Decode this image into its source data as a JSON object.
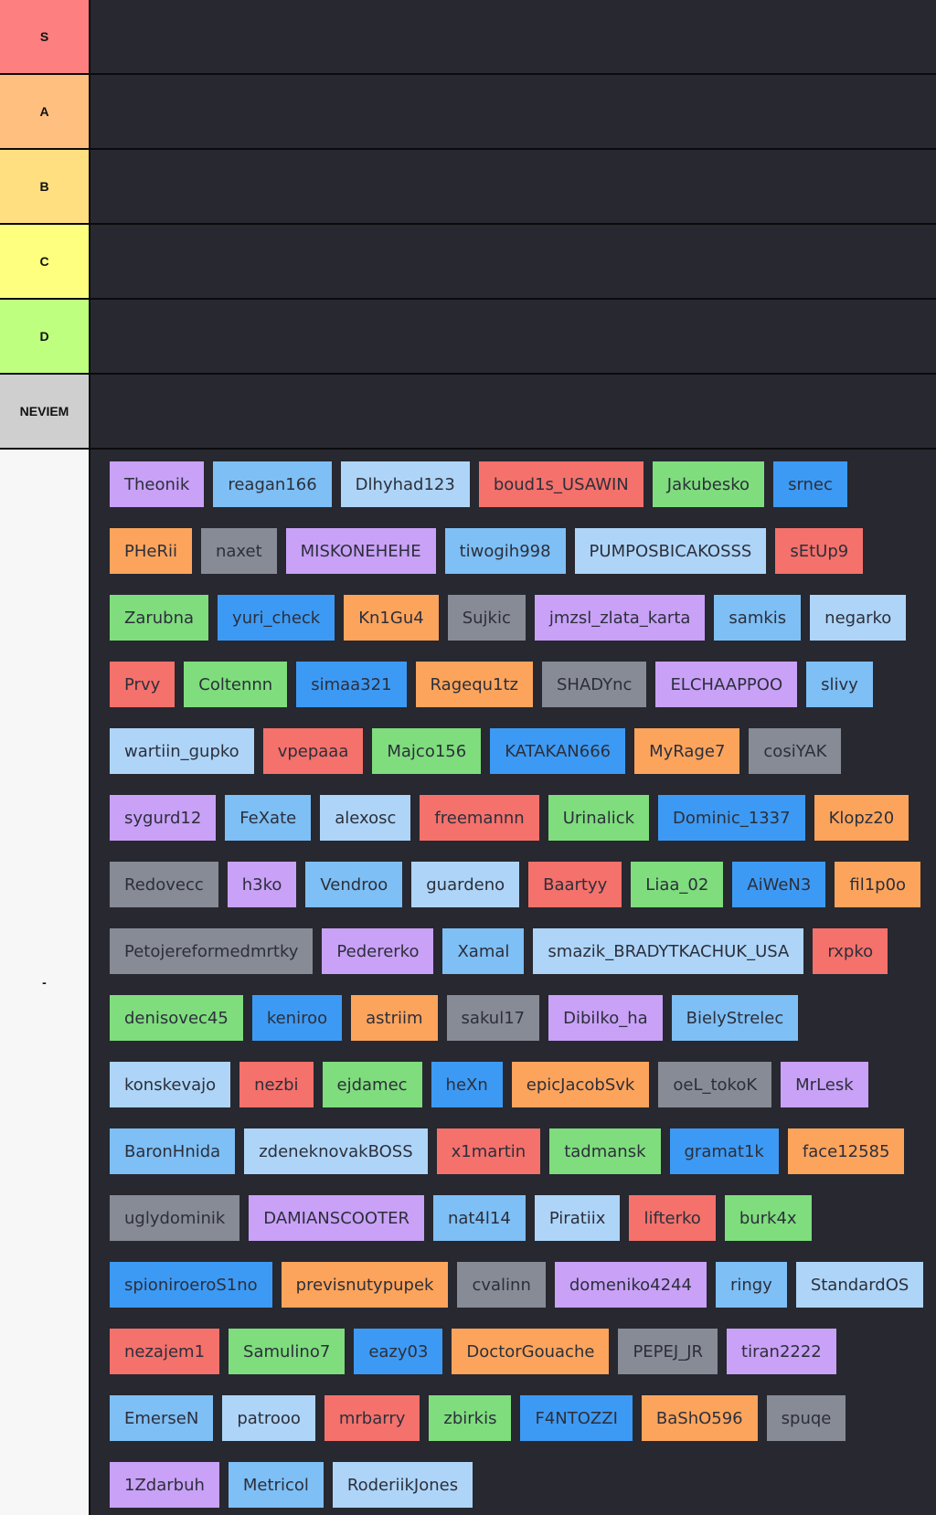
{
  "colors": {
    "purple": "#c9a1f7",
    "lightblue": "#7ebff5",
    "paleblue": "#aed5f8",
    "red": "#f5716b",
    "green": "#7fdd7d",
    "blue": "#3d9af4",
    "orange": "#fda45c",
    "gray": "#878b95"
  },
  "tiers": [
    {
      "label": "S",
      "color": "#fd7f7f"
    },
    {
      "label": "A",
      "color": "#ffbf7f"
    },
    {
      "label": "B",
      "color": "#ffdf80"
    },
    {
      "label": "C",
      "color": "#ffff7f"
    },
    {
      "label": "D",
      "color": "#bfff7f"
    },
    {
      "label": "NEVIEM",
      "color": "#cfcfcf"
    }
  ],
  "pool": {
    "label": "-",
    "color": "#f7f7f7",
    "items": [
      {
        "name": "Theonik",
        "color": "purple"
      },
      {
        "name": "reagan166",
        "color": "lightblue"
      },
      {
        "name": "Dlhyhad123",
        "color": "paleblue"
      },
      {
        "name": "boud1s_USAWIN",
        "color": "red"
      },
      {
        "name": "Jakubesko",
        "color": "green"
      },
      {
        "name": "srnec",
        "color": "blue"
      },
      {
        "name": "PHeRii",
        "color": "orange"
      },
      {
        "name": "naxet",
        "color": "gray"
      },
      {
        "name": "MISKONEHEHE",
        "color": "purple"
      },
      {
        "name": "tiwogih998",
        "color": "lightblue"
      },
      {
        "name": "PUMPOSBICAKOSSS",
        "color": "paleblue"
      },
      {
        "name": "sEtUp9",
        "color": "red"
      },
      {
        "name": "Zarubna",
        "color": "green"
      },
      {
        "name": "yuri_check",
        "color": "blue"
      },
      {
        "name": "Kn1Gu4",
        "color": "orange"
      },
      {
        "name": "Sujkic",
        "color": "gray"
      },
      {
        "name": "jmzsl_zlata_karta",
        "color": "purple"
      },
      {
        "name": "samkis",
        "color": "lightblue"
      },
      {
        "name": "negarko",
        "color": "paleblue"
      },
      {
        "name": "Prvy",
        "color": "red"
      },
      {
        "name": "Coltennn",
        "color": "green"
      },
      {
        "name": "simaa321",
        "color": "blue"
      },
      {
        "name": "Ragequ1tz",
        "color": "orange"
      },
      {
        "name": "SHADYnc",
        "color": "gray"
      },
      {
        "name": "ELCHAAPPOO",
        "color": "purple"
      },
      {
        "name": "slivy",
        "color": "lightblue"
      },
      {
        "name": "wartiin_gupko",
        "color": "paleblue"
      },
      {
        "name": "vpepaaa",
        "color": "red"
      },
      {
        "name": "Majco156",
        "color": "green"
      },
      {
        "name": "KATAKAN666",
        "color": "blue"
      },
      {
        "name": "MyRage7",
        "color": "orange"
      },
      {
        "name": "cosiYAK",
        "color": "gray"
      },
      {
        "name": "sygurd12",
        "color": "purple"
      },
      {
        "name": "FeXate",
        "color": "lightblue"
      },
      {
        "name": "alexosc",
        "color": "paleblue"
      },
      {
        "name": "freemannn",
        "color": "red"
      },
      {
        "name": "Urinalick",
        "color": "green"
      },
      {
        "name": "Dominic_1337",
        "color": "blue"
      },
      {
        "name": "Klopz20",
        "color": "orange"
      },
      {
        "name": "Redovecc",
        "color": "gray"
      },
      {
        "name": "h3ko",
        "color": "purple"
      },
      {
        "name": "Vendroo",
        "color": "lightblue"
      },
      {
        "name": "guardeno",
        "color": "paleblue"
      },
      {
        "name": "Baartyy",
        "color": "red"
      },
      {
        "name": "Liaa_02",
        "color": "green"
      },
      {
        "name": "AiWeN3",
        "color": "blue"
      },
      {
        "name": "fil1p0o",
        "color": "orange"
      },
      {
        "name": "Petojereformedmrtky",
        "color": "gray"
      },
      {
        "name": "Pedererko",
        "color": "purple"
      },
      {
        "name": "Xamal",
        "color": "lightblue"
      },
      {
        "name": "smazik_BRADYTKACHUK_USA",
        "color": "paleblue"
      },
      {
        "name": "rxpko",
        "color": "red"
      },
      {
        "name": "denisovec45",
        "color": "green"
      },
      {
        "name": "keniroo",
        "color": "blue"
      },
      {
        "name": "astriim",
        "color": "orange"
      },
      {
        "name": "sakul17",
        "color": "gray"
      },
      {
        "name": "Dibilko_ha",
        "color": "purple"
      },
      {
        "name": "BielyStrelec",
        "color": "lightblue"
      },
      {
        "name": "konskevajo",
        "color": "paleblue"
      },
      {
        "name": "nezbi",
        "color": "red"
      },
      {
        "name": "ejdamec",
        "color": "green"
      },
      {
        "name": "heXn",
        "color": "blue"
      },
      {
        "name": "epicJacobSvk",
        "color": "orange"
      },
      {
        "name": "oeL_tokoK",
        "color": "gray"
      },
      {
        "name": "MrLesk",
        "color": "purple"
      },
      {
        "name": "BaronHnida",
        "color": "lightblue"
      },
      {
        "name": "zdeneknovakBOSS",
        "color": "paleblue"
      },
      {
        "name": "x1martin",
        "color": "red"
      },
      {
        "name": "tadmansk",
        "color": "green"
      },
      {
        "name": "gramat1k",
        "color": "blue"
      },
      {
        "name": "face12585",
        "color": "orange"
      },
      {
        "name": "uglydominik",
        "color": "gray"
      },
      {
        "name": "DAMIANSCOOTER",
        "color": "purple"
      },
      {
        "name": "nat4l14",
        "color": "lightblue"
      },
      {
        "name": "Piratiix",
        "color": "paleblue"
      },
      {
        "name": "lifterko",
        "color": "red"
      },
      {
        "name": "burk4x",
        "color": "green"
      },
      {
        "name": "spioniroeroS1no",
        "color": "blue"
      },
      {
        "name": "previsnutypupek",
        "color": "orange"
      },
      {
        "name": "cvalinn",
        "color": "gray"
      },
      {
        "name": "domeniko4244",
        "color": "purple"
      },
      {
        "name": "ringy",
        "color": "lightblue"
      },
      {
        "name": "StandardOS",
        "color": "paleblue"
      },
      {
        "name": "nezajem1",
        "color": "red"
      },
      {
        "name": "Samulino7",
        "color": "green"
      },
      {
        "name": "eazy03",
        "color": "blue"
      },
      {
        "name": "DoctorGouache",
        "color": "orange"
      },
      {
        "name": "PEPEJ_JR",
        "color": "gray"
      },
      {
        "name": "tiran2222",
        "color": "purple"
      },
      {
        "name": "EmerseN",
        "color": "lightblue"
      },
      {
        "name": "patrooo",
        "color": "paleblue"
      },
      {
        "name": "mrbarry",
        "color": "red"
      },
      {
        "name": "zbirkis",
        "color": "green"
      },
      {
        "name": "F4NTOZZI",
        "color": "blue"
      },
      {
        "name": "BaShO596",
        "color": "orange"
      },
      {
        "name": "spuqe",
        "color": "gray"
      },
      {
        "name": "1Zdarbuh",
        "color": "purple"
      },
      {
        "name": "Metricol",
        "color": "lightblue"
      },
      {
        "name": "RoderiikJones",
        "color": "paleblue"
      }
    ]
  }
}
